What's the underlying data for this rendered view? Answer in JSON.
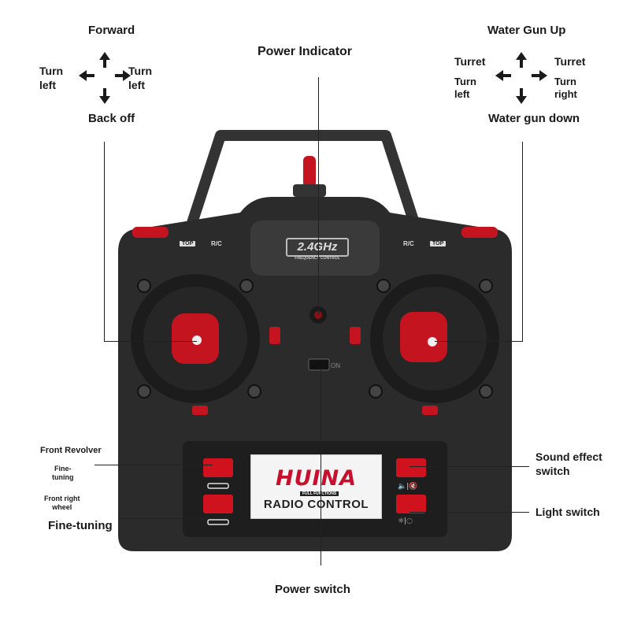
{
  "labels": {
    "forward": "Forward",
    "turn_left_a": "Turn\nleft",
    "turn_left_b": "Turn\nleft",
    "back_off": "Back off",
    "power_indicator": "Power Indicator",
    "water_gun_up": "Water Gun Up",
    "turret_left_1": "Turret",
    "turret_left_2": "Turn\nleft",
    "turret_right_1": "Turret",
    "turret_right_2": "Turn\nright",
    "water_gun_down": "Water gun down",
    "front_revolver": "Front Revolver",
    "fine_tuning_small": "Fine-\ntuning",
    "front_right_wheel": "Front right\nwheel",
    "fine_tuning": "Fine-tuning",
    "sound_effect_switch": "Sound effect\nswitch",
    "light_switch": "Light switch",
    "power_switch": "Power switch"
  },
  "device": {
    "frequency": "2.4GHz",
    "frequency_sub": "FREQUENCY CONTROL",
    "top_label": "TOP",
    "rc_label": "R/C",
    "brand": "HUINA",
    "brand_sub": "FULL FUNCTIONS",
    "radio_control": "RADIO CONTROL",
    "on_label": "ON"
  },
  "colors": {
    "body": "#2a2a2a",
    "body_light": "#3a3a3a",
    "accent_red": "#d0121e",
    "panel": "#1e1e1e"
  }
}
